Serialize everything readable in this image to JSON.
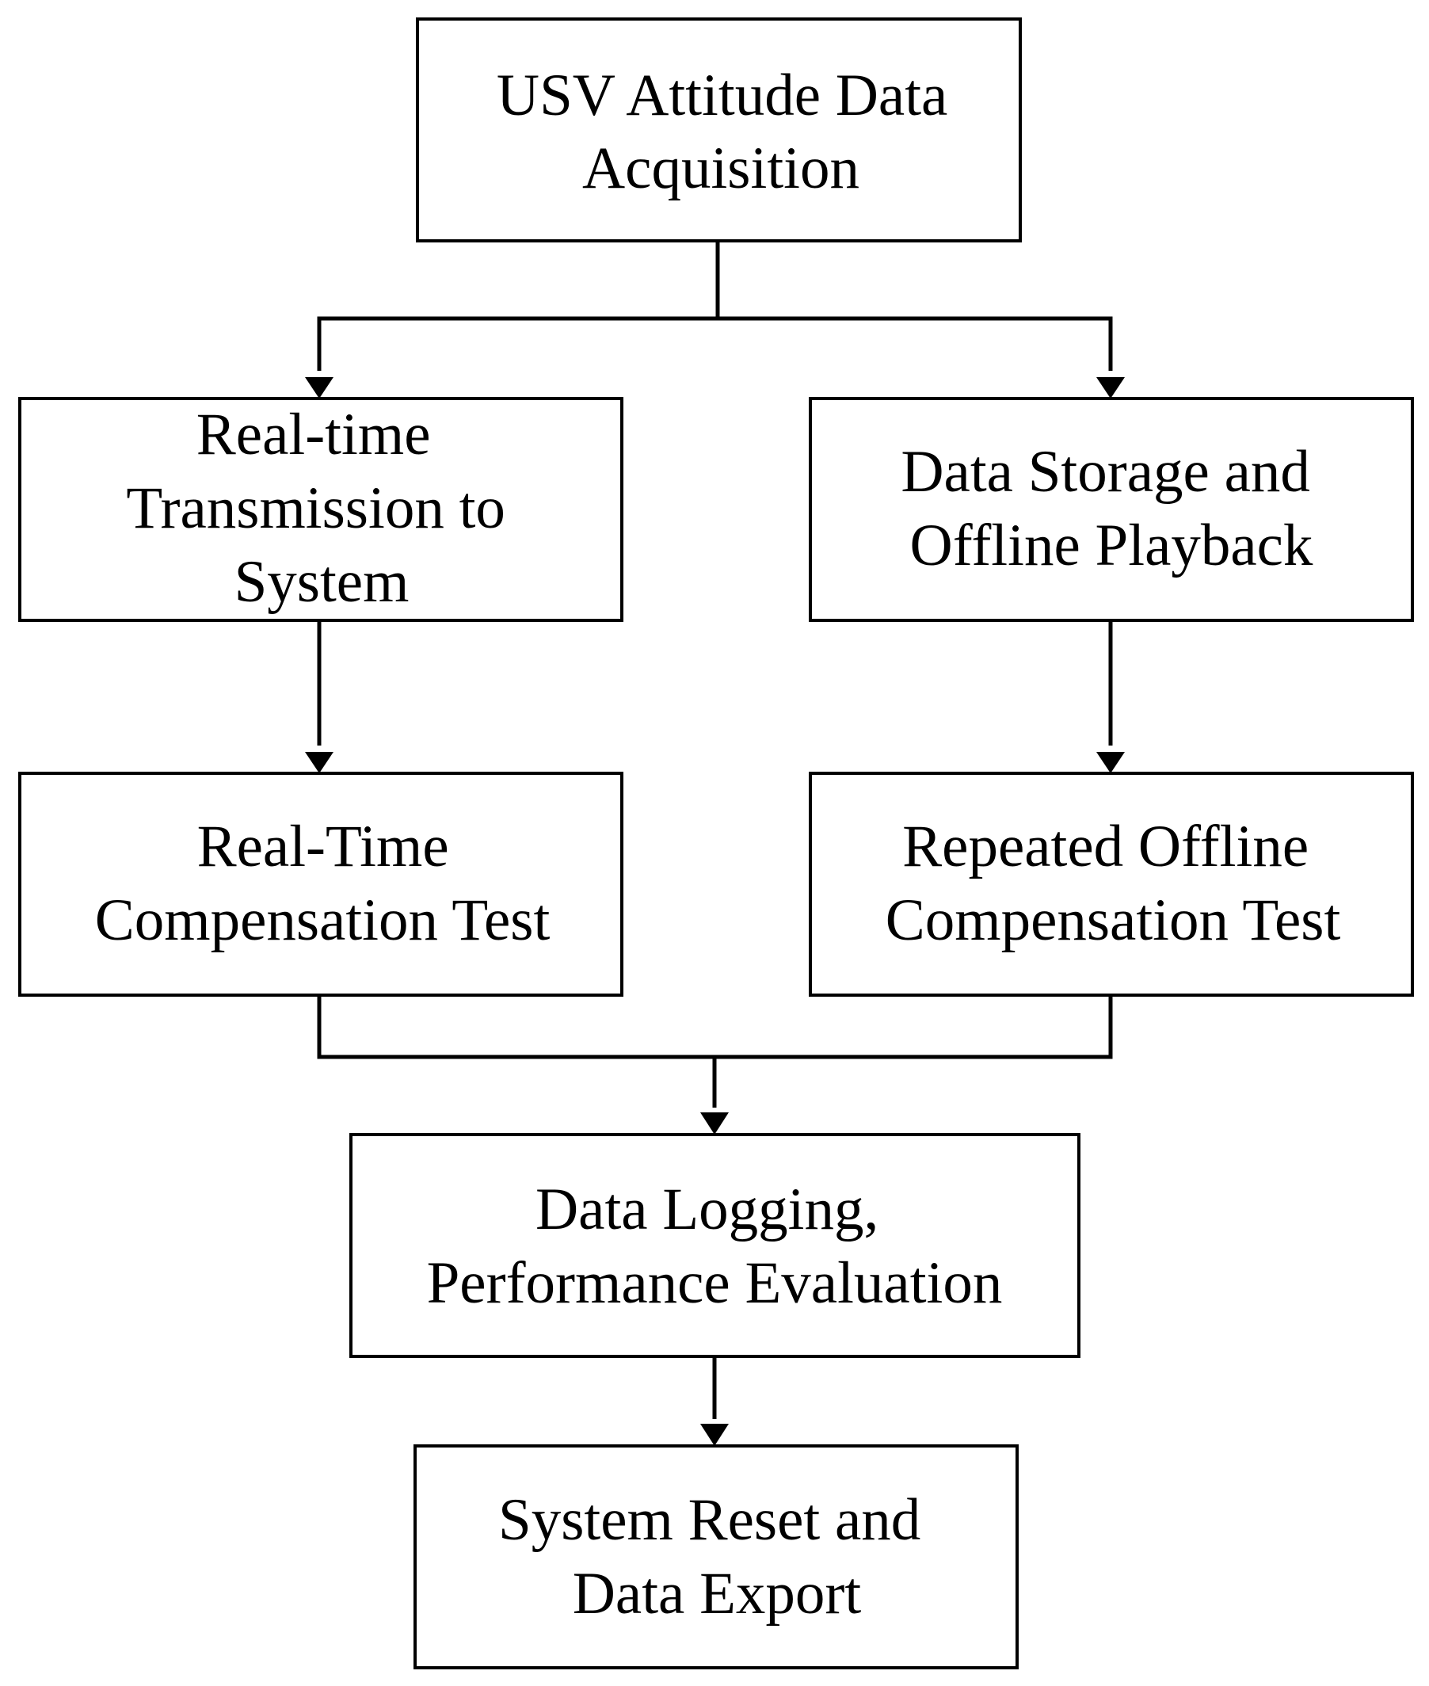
{
  "nodes": {
    "acquisition": {
      "lines": [
        "USV Attitude Data",
        "Acquisition"
      ]
    },
    "realtime_transmission": {
      "lines": [
        "Real-time",
        "Transmission to",
        "System"
      ]
    },
    "storage_playback": {
      "lines": [
        "Data Storage and",
        "Offline Playback"
      ]
    },
    "realtime_test": {
      "lines": [
        "Real-Time",
        "Compensation Test"
      ]
    },
    "offline_test": {
      "lines": [
        "Repeated Offline",
        "Compensation Test"
      ]
    },
    "logging_evaluation": {
      "lines": [
        "Data Logging,",
        "Performance Evaluation"
      ]
    },
    "reset_export": {
      "lines": [
        "System Reset and",
        "Data Export"
      ]
    }
  },
  "edges": [
    {
      "from": "acquisition",
      "to": "realtime_transmission"
    },
    {
      "from": "acquisition",
      "to": "storage_playback"
    },
    {
      "from": "realtime_transmission",
      "to": "realtime_test"
    },
    {
      "from": "storage_playback",
      "to": "offline_test"
    },
    {
      "from": "realtime_test",
      "to": "logging_evaluation"
    },
    {
      "from": "offline_test",
      "to": "logging_evaluation"
    },
    {
      "from": "logging_evaluation",
      "to": "reset_export"
    }
  ]
}
